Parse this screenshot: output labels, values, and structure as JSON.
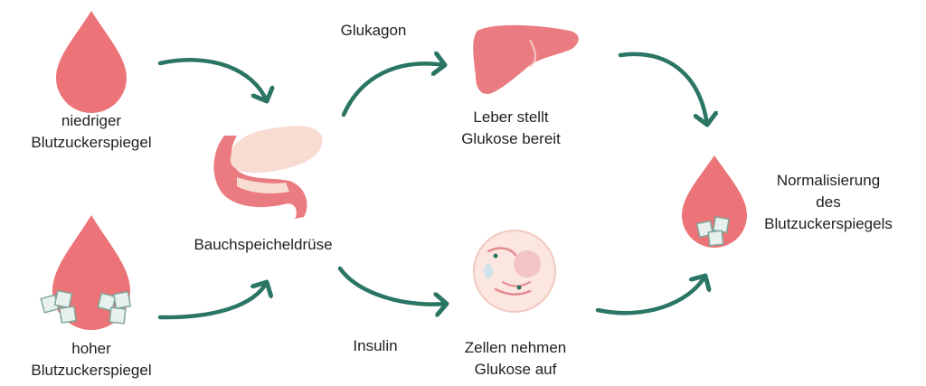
{
  "colors": {
    "drop": "#ec7377",
    "arrow": "#2a7563",
    "organ": "#ea7b80",
    "organ_light": "#f8dcd2",
    "sugar": "#e8f1ee",
    "sugar_stroke": "#7fa69a",
    "cell": "#fbe6e0"
  },
  "icons": [
    "blood-drop-icon",
    "blood-drop-sugar-icon",
    "pancreas-icon",
    "liver-icon",
    "cell-icon",
    "arrow-icon"
  ],
  "labels": {
    "low_sugar": [
      "niedriger",
      "Blutzuckerspiegel"
    ],
    "high_sugar": [
      "hoher",
      "Blutzuckerspiegel"
    ],
    "pancreas": "Bauchspeicheldrüse",
    "glucagon": "Glukagon",
    "insulin": "Insulin",
    "liver": [
      "Leber stellt",
      "Glukose bereit"
    ],
    "cells": [
      "Zellen nehmen",
      "Glukose auf"
    ],
    "normal": [
      "Normalisierung",
      "des",
      "Blutzuckerspiegels"
    ]
  }
}
